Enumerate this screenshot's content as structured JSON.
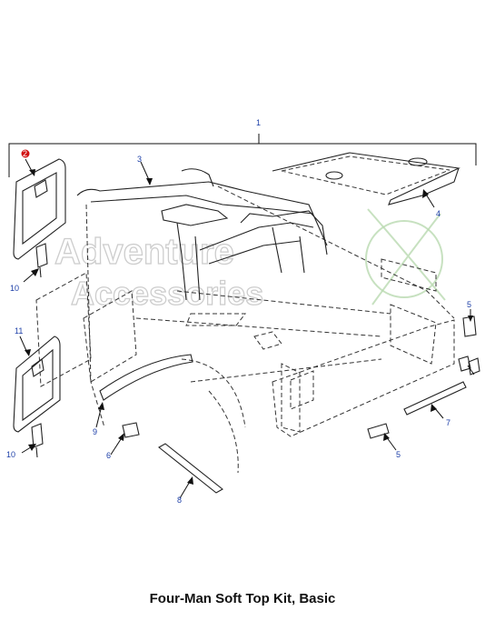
{
  "caption": "Four-Man Soft Top Kit, Basic",
  "watermark": {
    "line1": "Adventure",
    "line2": "Accessories"
  },
  "callouts": [
    {
      "id": "c1",
      "label": "1"
    },
    {
      "id": "c2",
      "label": "2",
      "highlight": "#d11111"
    },
    {
      "id": "c3",
      "label": "3"
    },
    {
      "id": "c4",
      "label": "4"
    },
    {
      "id": "c5a",
      "label": "5"
    },
    {
      "id": "c5b",
      "label": "5"
    },
    {
      "id": "c6",
      "label": "6"
    },
    {
      "id": "c7",
      "label": "7"
    },
    {
      "id": "c8",
      "label": "8"
    },
    {
      "id": "c9",
      "label": "9"
    },
    {
      "id": "c10a",
      "label": "10"
    },
    {
      "id": "c10b",
      "label": "10"
    },
    {
      "id": "c11",
      "label": "11"
    }
  ],
  "colors": {
    "callout_text": "#1d3fa8",
    "highlight": "#d11111",
    "line_art": "#222222"
  }
}
